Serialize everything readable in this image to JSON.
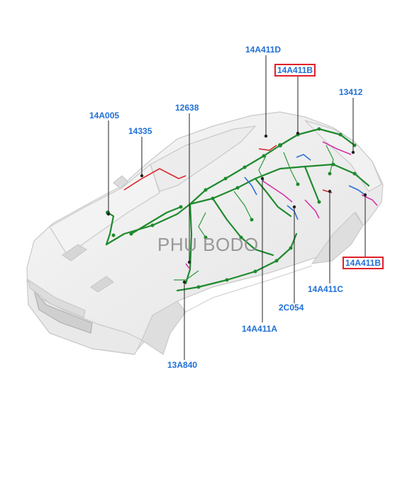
{
  "labels": {
    "l_14A411D": "14A411D",
    "l_14A411B_top": "14A411B",
    "l_13412": "13412",
    "l_14A005": "14A005",
    "l_12638": "12638",
    "l_14335": "14335",
    "l_14A411B_right": "14A411B",
    "l_14A411C": "14A411C",
    "l_2C054": "2C054",
    "l_14A411A": "14A411A",
    "l_13A840": "13A840"
  },
  "watermark": "PHU BODO",
  "colors": {
    "label": "#1f6fd6",
    "highlight_box": "#e0202a",
    "harness_main": "#1f8a2e",
    "harness_red": "#d8262c",
    "harness_blue": "#2d6fd6",
    "harness_magenta": "#d433a8",
    "leader": "#222222"
  }
}
